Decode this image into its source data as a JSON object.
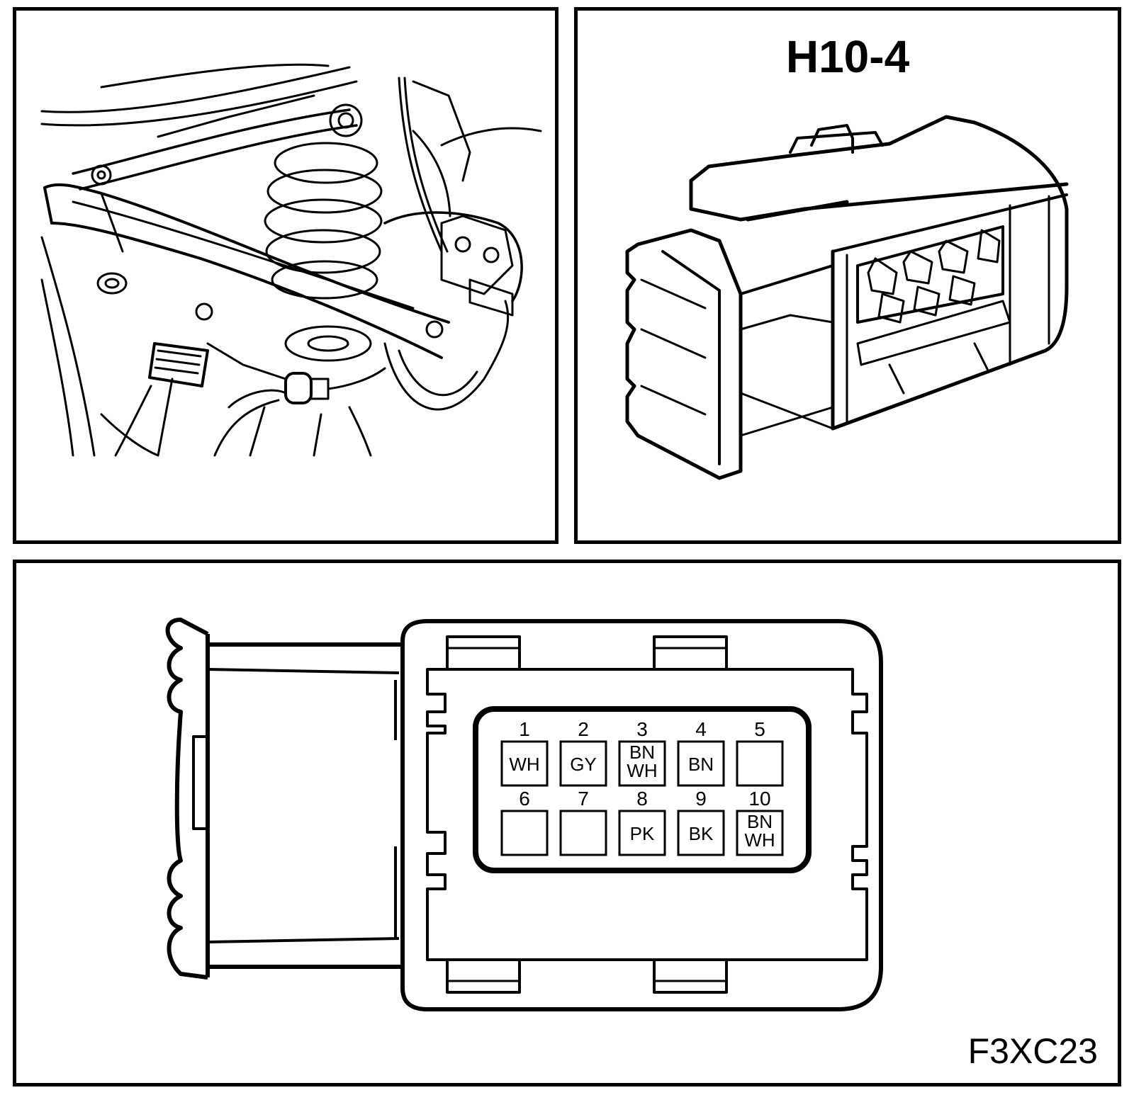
{
  "connector": {
    "id": "H10-4"
  },
  "figure_code": "F3XC23",
  "pins": [
    {
      "number": "1",
      "wire": [
        "WH"
      ]
    },
    {
      "number": "2",
      "wire": [
        "GY"
      ]
    },
    {
      "number": "3",
      "wire": [
        "BN",
        "WH"
      ]
    },
    {
      "number": "4",
      "wire": [
        "BN"
      ]
    },
    {
      "number": "5",
      "wire": []
    },
    {
      "number": "6",
      "wire": []
    },
    {
      "number": "7",
      "wire": []
    },
    {
      "number": "8",
      "wire": [
        "PK"
      ]
    },
    {
      "number": "9",
      "wire": [
        "BK"
      ]
    },
    {
      "number": "10",
      "wire": [
        "BN",
        "WH"
      ]
    }
  ]
}
